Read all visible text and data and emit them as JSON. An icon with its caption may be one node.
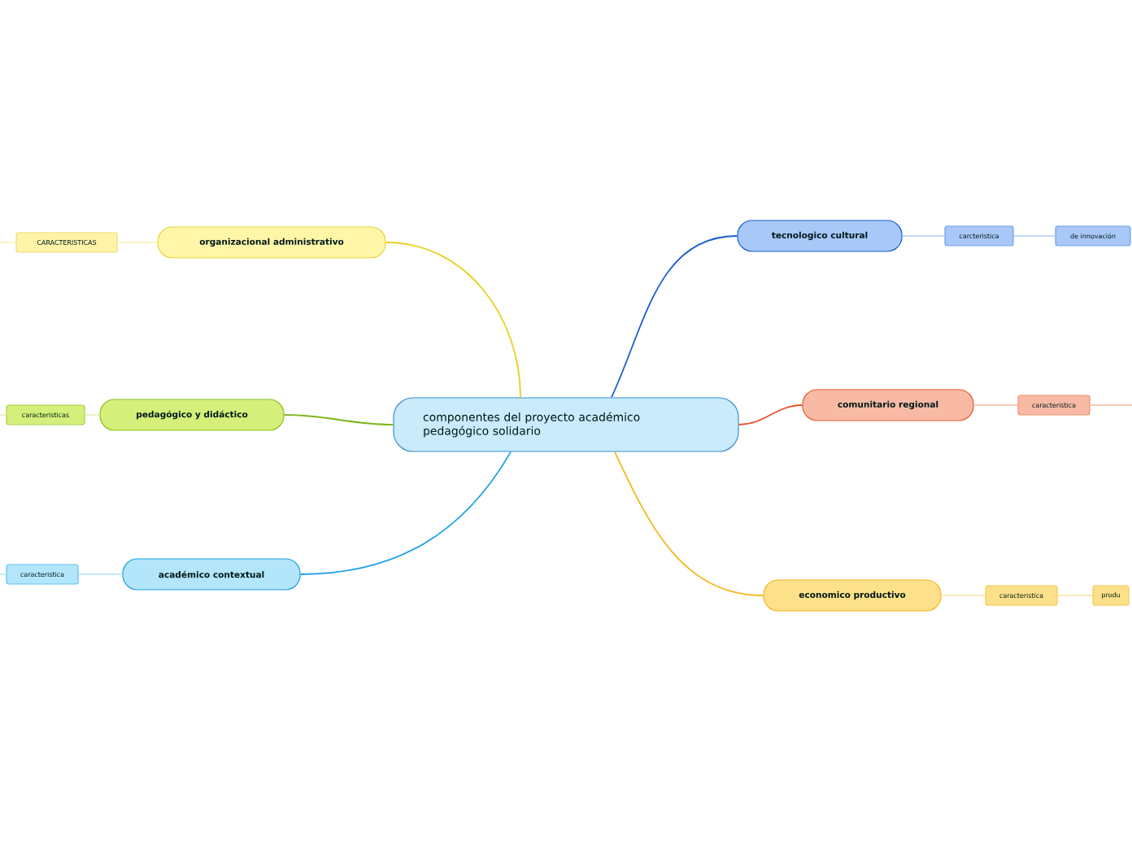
{
  "diagram": {
    "nodes": [
      {
        "text": [
          "componentes del proyecto académico pedagógico solidario"
        ]
      },
      {
        "text": [
          "organizacional administrativo"
        ]
      },
      {
        "text": [
          "CARACTERISTICAS"
        ]
      },
      {
        "text": [
          "pedagógico y didáctico"
        ]
      },
      {
        "text": [
          "caracteristicas"
        ]
      },
      {
        "text": [
          "académico contextual"
        ]
      },
      {
        "text": [
          "caracteristica"
        ]
      },
      {
        "text": [
          "tecnologico cultural"
        ]
      },
      {
        "text": [
          "carcteristica"
        ]
      },
      {
        "text": [
          "de innovación"
        ]
      },
      {
        "text": [
          "comunitario regional"
        ]
      },
      {
        "text": [
          "caracteristica"
        ]
      },
      {
        "text": [
          "economico productivo"
        ]
      },
      {
        "text": [
          "caracteristica"
        ]
      },
      {
        "text": [
          "produ"
        ]
      }
    ],
    "edges": [
      {
        "from": 0,
        "to": 1,
        "arrow": "none",
        "color": "#e8d020"
      },
      {
        "from": 1,
        "to": 2,
        "arrow": "none",
        "color": "#fbf2b0"
      },
      {
        "from": 2,
        "to": null,
        "arrow": "none",
        "color": "#fbf2b0"
      },
      {
        "from": 0,
        "to": 3,
        "arrow": "none",
        "color": "#7cb518"
      },
      {
        "from": 3,
        "to": 4,
        "arrow": "none",
        "color": "#dcf0b0"
      },
      {
        "from": 4,
        "to": null,
        "arrow": "none",
        "color": "#dcf0b0"
      },
      {
        "from": 0,
        "to": 5,
        "arrow": "none",
        "color": "#1aa0e8"
      },
      {
        "from": 5,
        "to": 6,
        "arrow": "none",
        "color": "#b0e2f8"
      },
      {
        "from": 6,
        "to": null,
        "arrow": "none",
        "color": "#b0e2f8"
      },
      {
        "from": 0,
        "to": 7,
        "arrow": "none",
        "color": "#1a5fd0"
      },
      {
        "from": 7,
        "to": 8,
        "arrow": "none",
        "color": "#b0ccf5"
      },
      {
        "from": 8,
        "to": 9,
        "arrow": "none",
        "color": "#b0ccf5"
      },
      {
        "from": 0,
        "to": 10,
        "arrow": "none",
        "color": "#e8502a"
      },
      {
        "from": 10,
        "to": 11,
        "arrow": "none",
        "color": "#f5b8a0"
      },
      {
        "from": 11,
        "to": null,
        "arrow": "none",
        "color": "#f5b8a0"
      },
      {
        "from": 0,
        "to": 12,
        "arrow": "none",
        "color": "#f5b820"
      },
      {
        "from": 12,
        "to": 13,
        "arrow": "none",
        "color": "#fde3a0"
      },
      {
        "from": 13,
        "to": 14,
        "arrow": "none",
        "color": "#fde3a0"
      }
    ]
  }
}
